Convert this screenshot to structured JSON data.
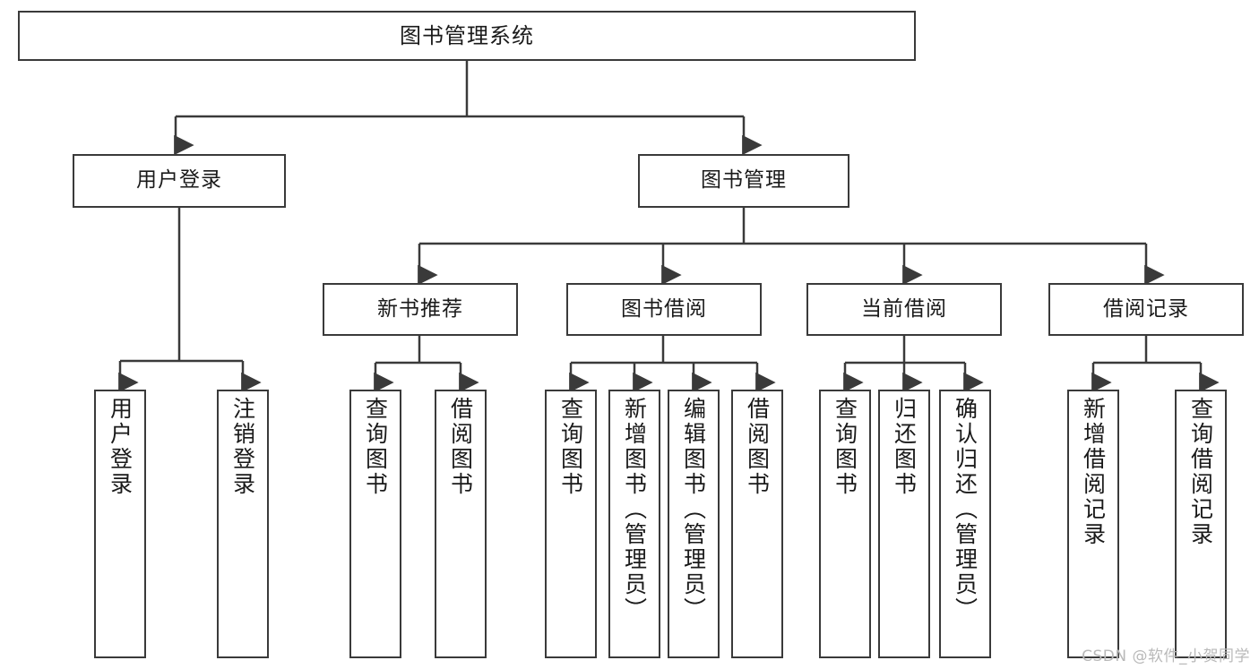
{
  "diagram": {
    "type": "tree",
    "title": "图书管理系统",
    "orientation": "top-down",
    "colors": {
      "box_border": "#3a3a3a",
      "box_fill": "#ffffff",
      "edge": "#3a3a3a",
      "text": "#1a1a1a",
      "watermark": "#b9b9b9"
    },
    "nodes": {
      "root": {
        "label": "图书管理系统",
        "level": 0
      },
      "user_login": {
        "label": "用户登录",
        "level": 1
      },
      "book_manage": {
        "label": "图书管理",
        "level": 1
      },
      "new_book_rec": {
        "label": "新书推荐",
        "level": 2
      },
      "book_borrow": {
        "label": "图书借阅",
        "level": 2
      },
      "current_borrow": {
        "label": "当前借阅",
        "level": 2
      },
      "borrow_record": {
        "label": "借阅记录",
        "level": 2
      },
      "leaf_user_login": {
        "label": "用户登录",
        "level": 2
      },
      "leaf_logout": {
        "label": "注销登录",
        "level": 2
      },
      "leaf_query_book_1": {
        "label": "查询图书",
        "level": 3
      },
      "leaf_borrow_book_1": {
        "label": "借阅图书",
        "level": 3
      },
      "leaf_query_book_2": {
        "label": "查询图书",
        "level": 3
      },
      "leaf_add_book": {
        "label": "新增图书（管理员）",
        "level": 3
      },
      "leaf_edit_book": {
        "label": "编辑图书（管理员）",
        "level": 3
      },
      "leaf_borrow_book_2": {
        "label": "借阅图书",
        "level": 3
      },
      "leaf_query_book_3": {
        "label": "查询图书",
        "level": 3
      },
      "leaf_return_book": {
        "label": "归还图书",
        "level": 3
      },
      "leaf_confirm_return": {
        "label": "确认归还（管理员）",
        "level": 3
      },
      "leaf_add_record": {
        "label": "新增借阅记录",
        "level": 3
      },
      "leaf_query_record": {
        "label": "查询借阅记录",
        "level": 3
      }
    },
    "edges": [
      {
        "from": "root",
        "to": "user_login"
      },
      {
        "from": "root",
        "to": "book_manage"
      },
      {
        "from": "user_login",
        "to": "leaf_user_login"
      },
      {
        "from": "user_login",
        "to": "leaf_logout"
      },
      {
        "from": "book_manage",
        "to": "new_book_rec"
      },
      {
        "from": "book_manage",
        "to": "book_borrow"
      },
      {
        "from": "book_manage",
        "to": "current_borrow"
      },
      {
        "from": "book_manage",
        "to": "borrow_record"
      },
      {
        "from": "new_book_rec",
        "to": "leaf_query_book_1"
      },
      {
        "from": "new_book_rec",
        "to": "leaf_borrow_book_1"
      },
      {
        "from": "book_borrow",
        "to": "leaf_query_book_2"
      },
      {
        "from": "book_borrow",
        "to": "leaf_add_book"
      },
      {
        "from": "book_borrow",
        "to": "leaf_edit_book"
      },
      {
        "from": "book_borrow",
        "to": "leaf_borrow_book_2"
      },
      {
        "from": "current_borrow",
        "to": "leaf_query_book_3"
      },
      {
        "from": "current_borrow",
        "to": "leaf_return_book"
      },
      {
        "from": "current_borrow",
        "to": "leaf_confirm_return"
      },
      {
        "from": "borrow_record",
        "to": "leaf_add_record"
      },
      {
        "from": "borrow_record",
        "to": "leaf_query_record"
      }
    ]
  },
  "watermark": {
    "text": "CSDN @软件_小贺同学"
  }
}
